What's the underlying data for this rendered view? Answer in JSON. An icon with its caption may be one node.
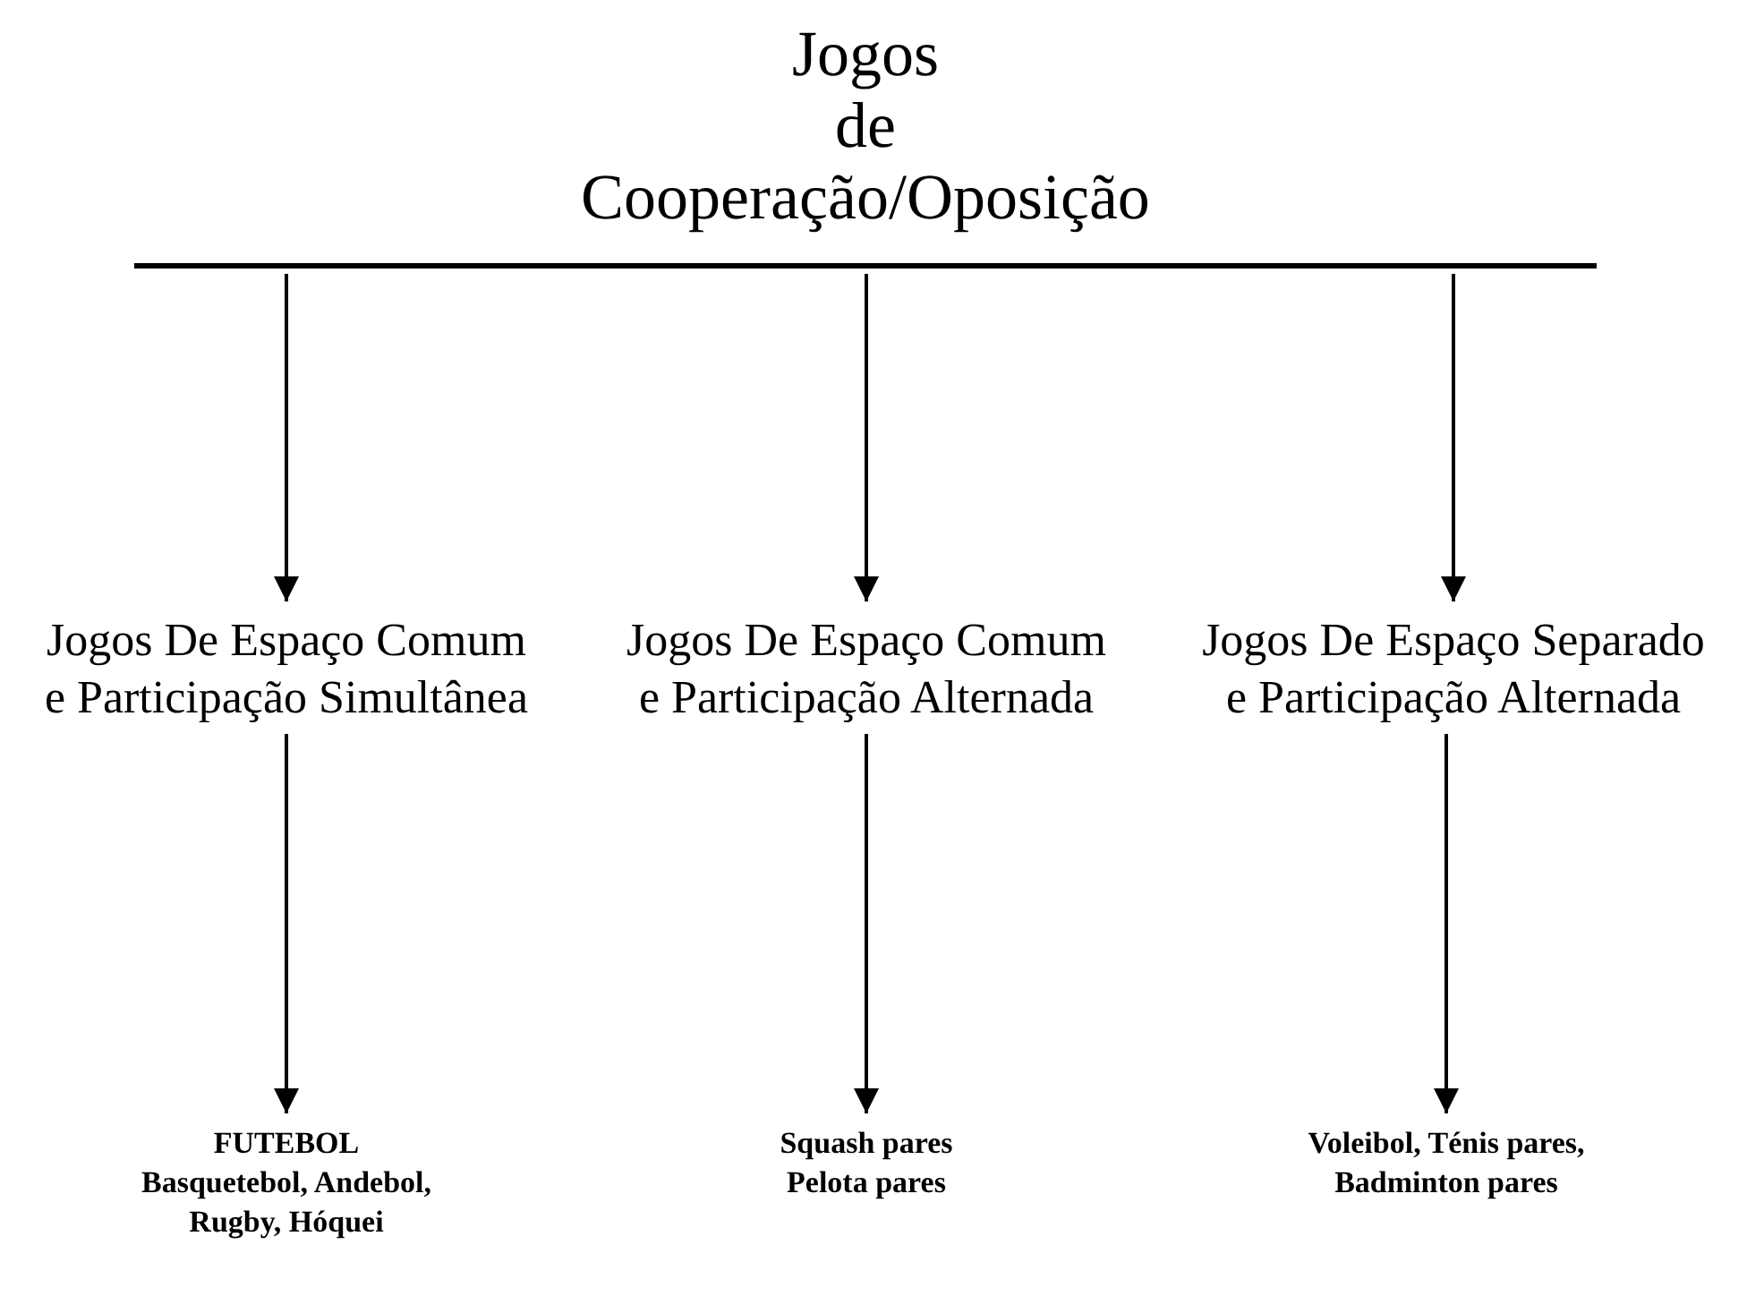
{
  "diagram": {
    "nodes": [
      {
        "text": [
          "Jogos de Cooperação/Oposição"
        ]
      },
      {
        "text": [
          "Jogos De Espaço Comum e Participação Simultânea"
        ]
      },
      {
        "text": [
          "Jogos De Espaço Comum e Participação Alternada"
        ]
      },
      {
        "text": [
          "Jogos De Espaço Separado e Participação Alternada"
        ]
      },
      {
        "text": [
          "FUTEBOL",
          "Basquetebol, Andebol, Rugby, Hóquei"
        ]
      },
      {
        "text": [
          "Squash pares Pelota pares"
        ]
      },
      {
        "text": [
          "Voleibol, Ténis pares, Badminton pares"
        ]
      }
    ],
    "edges": [
      {
        "from": 0,
        "to": 1,
        "arrow": "to"
      },
      {
        "from": 0,
        "to": 2,
        "arrow": "to"
      },
      {
        "from": 0,
        "to": 3,
        "arrow": "to"
      },
      {
        "from": 1,
        "to": 4,
        "arrow": "to"
      },
      {
        "from": 2,
        "to": 5,
        "arrow": "to"
      },
      {
        "from": 3,
        "to": 6,
        "arrow": "to"
      }
    ]
  }
}
